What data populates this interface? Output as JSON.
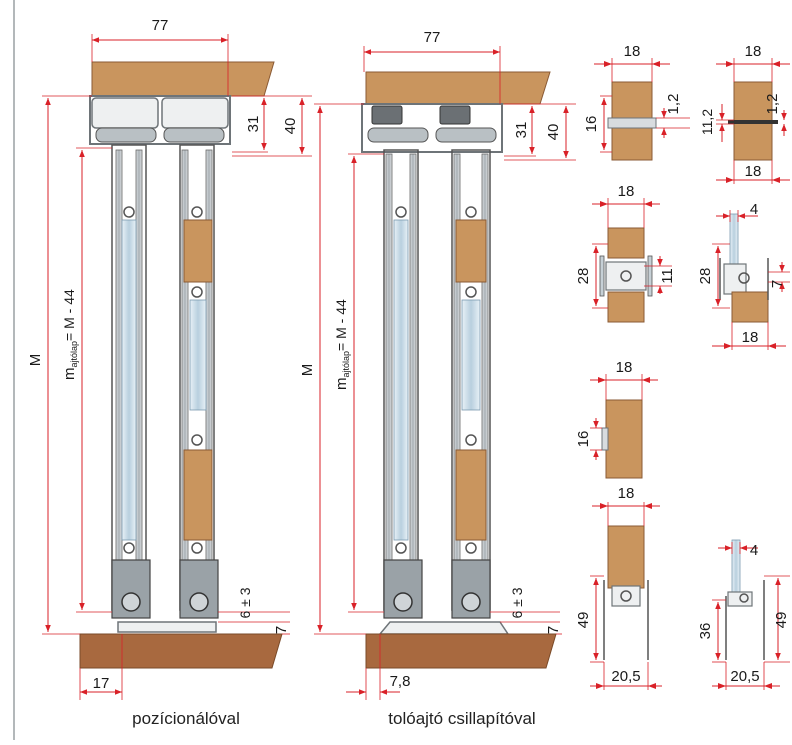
{
  "left_assembly": {
    "width_77": "77",
    "dim_31": "31",
    "dim_40": "40",
    "total_M": "M",
    "m_main": "m",
    "m_sub": "ajtólap",
    "m_formula": "= M - 44",
    "gap": "6 ± 3",
    "dim_7": "7",
    "dim_17": "17",
    "caption": "pozícionálóval"
  },
  "right_assembly": {
    "width_77": "77",
    "dim_31": "31",
    "dim_40": "40",
    "total_M": "M",
    "m_main": "m",
    "m_sub": "ajtólap",
    "m_formula": "= M - 44",
    "gap": "6 ± 3",
    "dim_7": "7",
    "dim_78": "7,8",
    "caption": "tolóajtó csillapítóval"
  },
  "details": {
    "d1": {
      "w": "18",
      "h": "16",
      "t": "1,2"
    },
    "d2": {
      "w_top": "18",
      "h": "11,2",
      "t": "1,2",
      "w_bot": "18"
    },
    "d3": {
      "w": "18",
      "h": "28",
      "inner": "11"
    },
    "d4": {
      "glass": "4",
      "h": "28",
      "inner": "7",
      "w": "18"
    },
    "d5": {
      "w": "18",
      "h": "16"
    },
    "d6": {
      "w": "18",
      "h": "49",
      "base": "20,5"
    },
    "d7": {
      "glass": "4",
      "h_inner": "36",
      "h": "49",
      "base": "20,5"
    }
  },
  "colors": {
    "wood": "#c9955e",
    "wood_dark": "#a8693f",
    "dim_red": "#d92128",
    "metal": "#6e7478",
    "glass": "#c6d8e4"
  }
}
